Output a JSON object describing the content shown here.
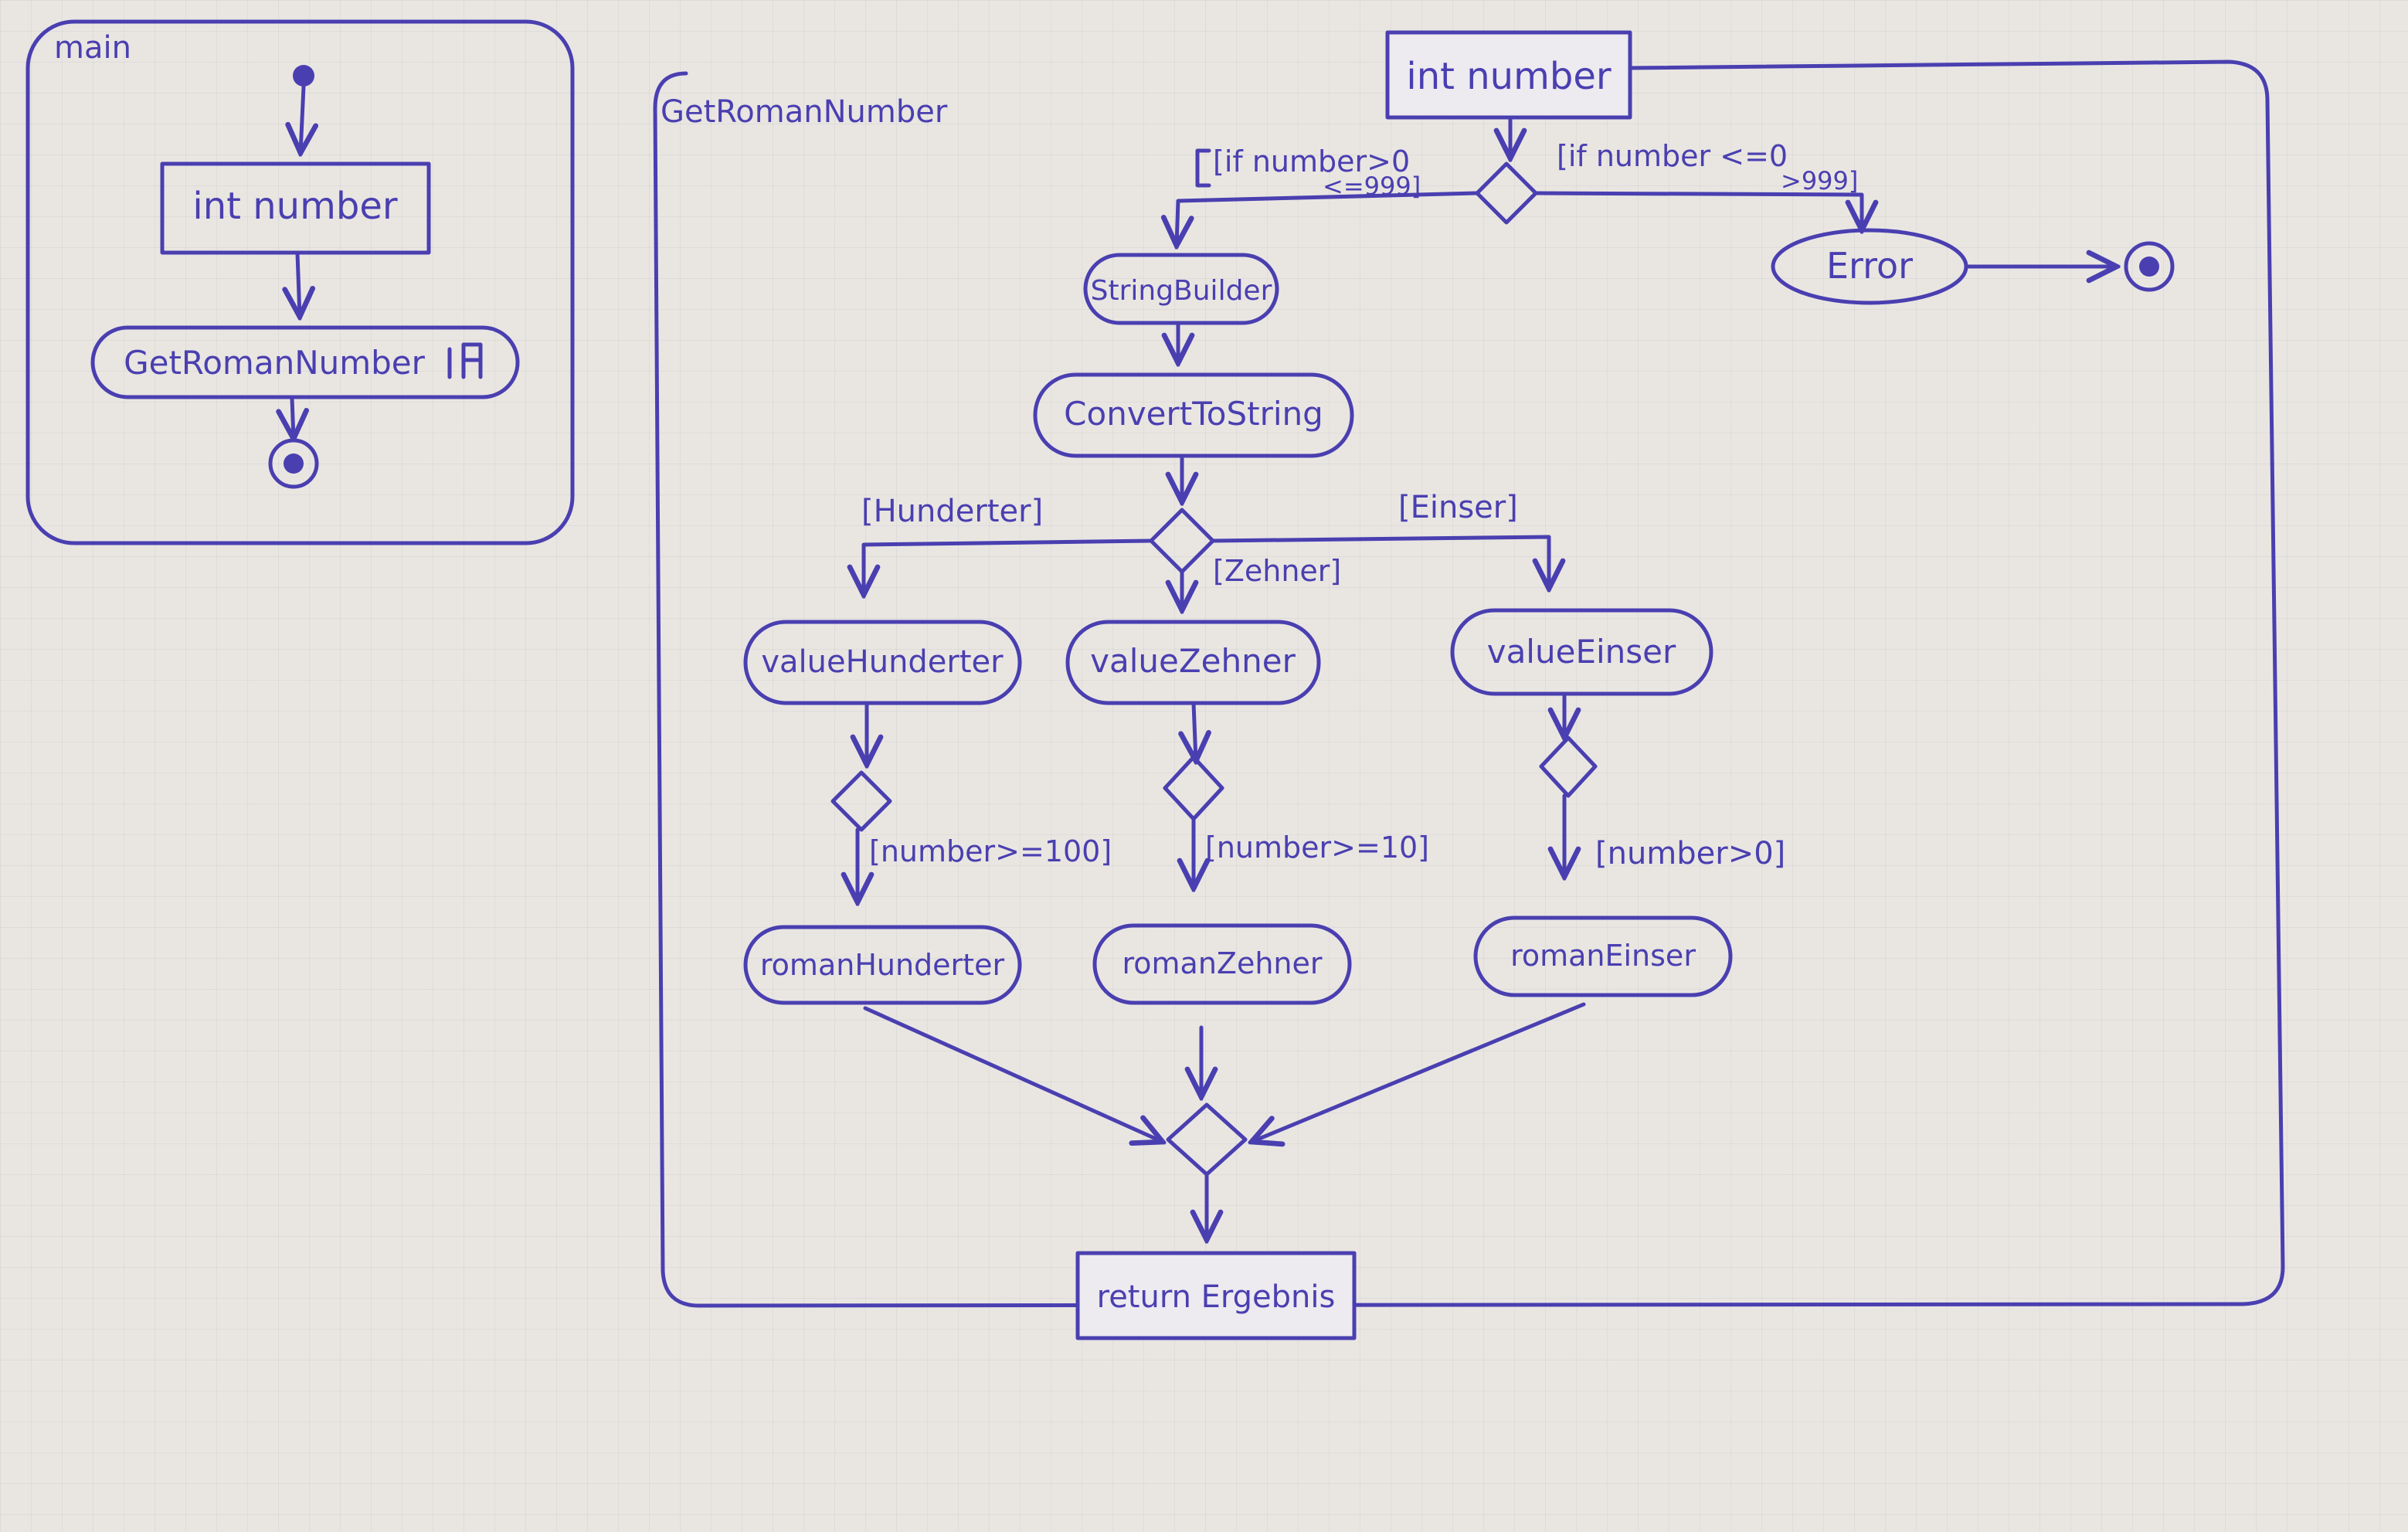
{
  "main": {
    "frame_label": "main",
    "input_node": "int number",
    "call_node": "GetRomanNumber",
    "call_icon": "rake-icon"
  },
  "get_roman": {
    "frame_label": "GetRomanNumber",
    "input_pin": "int number",
    "guard_valid_line1": "[if number>0",
    "guard_valid_line2": "<=999]",
    "guard_invalid_line1": "[if number <=0",
    "guard_invalid_line2": ">999]",
    "error_node": "Error",
    "stringbuilder": "StringBuilder",
    "convert": "ConvertToString",
    "guard_hunderter": "[Hunderter]",
    "guard_zehner": "[Zehner]",
    "guard_einser": "[Einser]",
    "value_hunderter": "valueHunderter",
    "value_zehner": "valueZehner",
    "value_einser": "valueEinser",
    "guard_n100": "[number>=100]",
    "guard_n10": "[number>=10]",
    "guard_n0": "[number>0]",
    "roman_hunderter": "romanHunderter",
    "roman_zehner": "romanZehner",
    "roman_einser": "romanEinser",
    "output_pin": "return Ergebnis"
  },
  "colors": {
    "ink": "#4a3fb0",
    "paper": "#e9e6e2"
  }
}
